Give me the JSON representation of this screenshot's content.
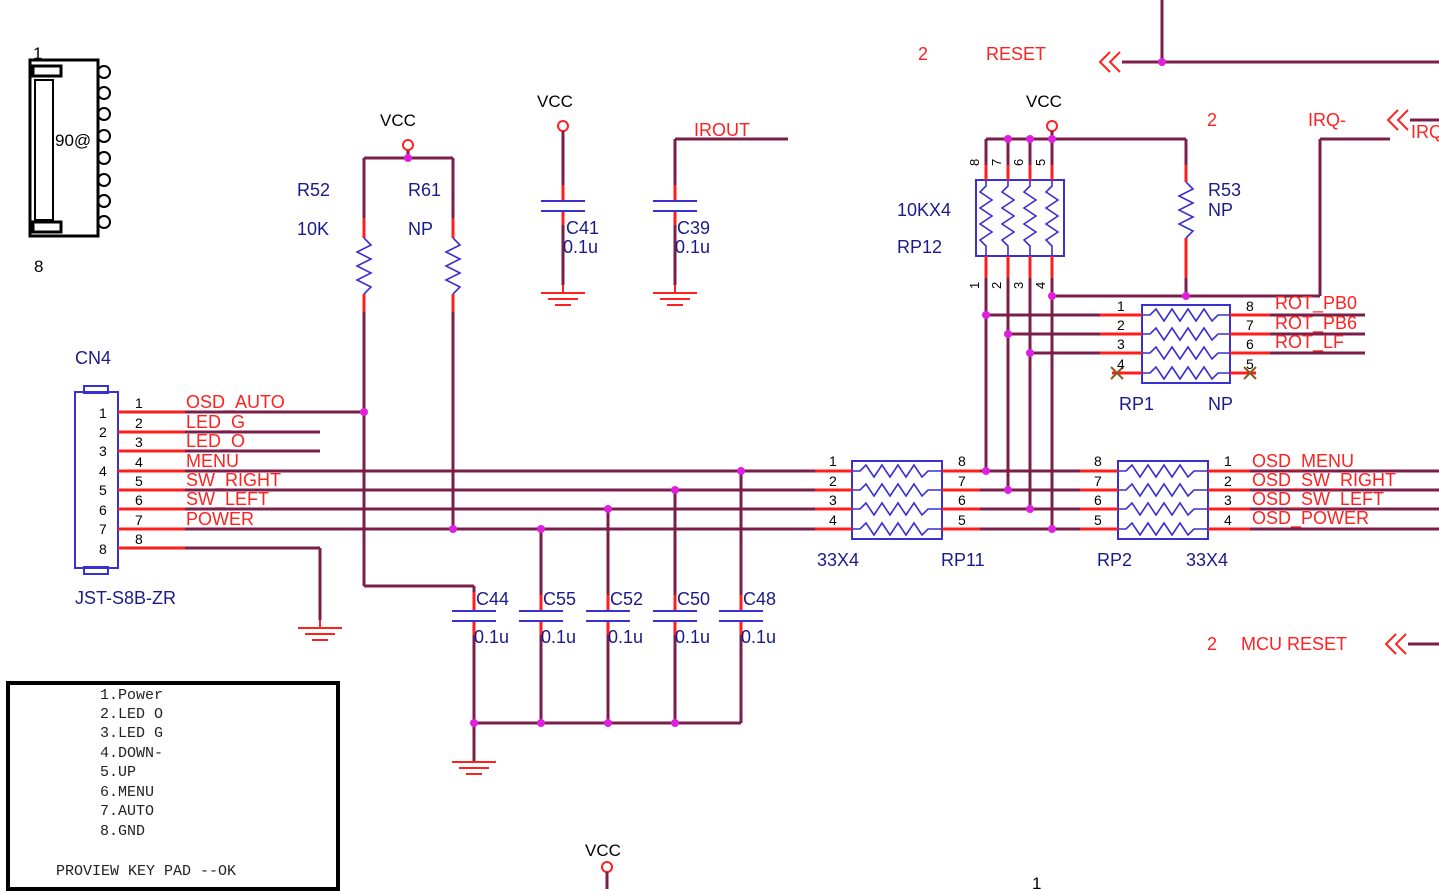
{
  "connector_top": {
    "pin_first": "1",
    "pin_last": "8",
    "label": "90@"
  },
  "cn4": {
    "ref": "CN4",
    "part": "JST-S8B-ZR",
    "pins": [
      "1",
      "2",
      "3",
      "4",
      "5",
      "6",
      "7",
      "8"
    ]
  },
  "nets_cn4": [
    {
      "pin": "1",
      "net": "OSD_AUTO"
    },
    {
      "pin": "2",
      "net": "LED_G"
    },
    {
      "pin": "3",
      "net": "LED_O"
    },
    {
      "pin": "4",
      "net": "MENU"
    },
    {
      "pin": "5",
      "net": "SW_RIGHT"
    },
    {
      "pin": "6",
      "net": "SW_LEFT"
    },
    {
      "pin": "7",
      "net": "POWER"
    },
    {
      "pin": "8",
      "net": ""
    }
  ],
  "power": {
    "vcc": "VCC"
  },
  "resistors": {
    "r52": {
      "ref": "R52",
      "value": "10K"
    },
    "r61": {
      "ref": "R61",
      "value": "NP"
    },
    "r53": {
      "ref": "R53",
      "value": "NP"
    }
  },
  "caps_top": [
    {
      "ref": "C41",
      "value": "0.1u"
    },
    {
      "ref": "C39",
      "value": "0.1u"
    }
  ],
  "caps_bottom": [
    {
      "ref": "C44",
      "value": "0.1u"
    },
    {
      "ref": "C55",
      "value": "0.1u"
    },
    {
      "ref": "C52",
      "value": "0.1u"
    },
    {
      "ref": "C50",
      "value": "0.1u"
    },
    {
      "ref": "C48",
      "value": "0.1u"
    }
  ],
  "irout": "IROUT",
  "reset": {
    "page": "2",
    "label": "RESET"
  },
  "irq": {
    "page": "2",
    "label": "IRQ-",
    "cut": "IRQ"
  },
  "mcu_reset": {
    "page": "2",
    "label": "MCU RESET"
  },
  "rp12": {
    "ref": "RP12",
    "value": "10KX4",
    "top_pins": [
      "8",
      "7",
      "6",
      "5"
    ],
    "bottom_pins": [
      "1",
      "2",
      "3",
      "4"
    ]
  },
  "rp1": {
    "ref": "RP1",
    "value": "NP",
    "left_pins": [
      "1",
      "2",
      "3",
      "4"
    ],
    "right_pins": [
      "8",
      "7",
      "6",
      "5"
    ]
  },
  "rp1_nets": [
    "ROT_PB0",
    "ROT_PB6",
    "ROT_LF"
  ],
  "rp11": {
    "ref": "RP11",
    "value": "33X4",
    "left_pins": [
      "1",
      "2",
      "3",
      "4"
    ],
    "right_pins": [
      "8",
      "7",
      "6",
      "5"
    ]
  },
  "rp2": {
    "ref": "RP2",
    "value": "33X4",
    "left_pins": [
      "8",
      "7",
      "6",
      "5"
    ],
    "right_pins": [
      "1",
      "2",
      "3",
      "4"
    ]
  },
  "osd_nets": [
    "OSD_MENU",
    "OSD_SW_RIGHT",
    "OSD_SW_LEFT",
    "OSD_POWER"
  ],
  "bottom_mark": "1",
  "keypad": {
    "items": [
      "1.Power",
      "2.LED O",
      "3.LED G",
      "4.DOWN-",
      "5.UP",
      "6.MENU",
      "7.AUTO",
      "8.GND"
    ],
    "footer": "PROVIEW KEY PAD --OK"
  }
}
